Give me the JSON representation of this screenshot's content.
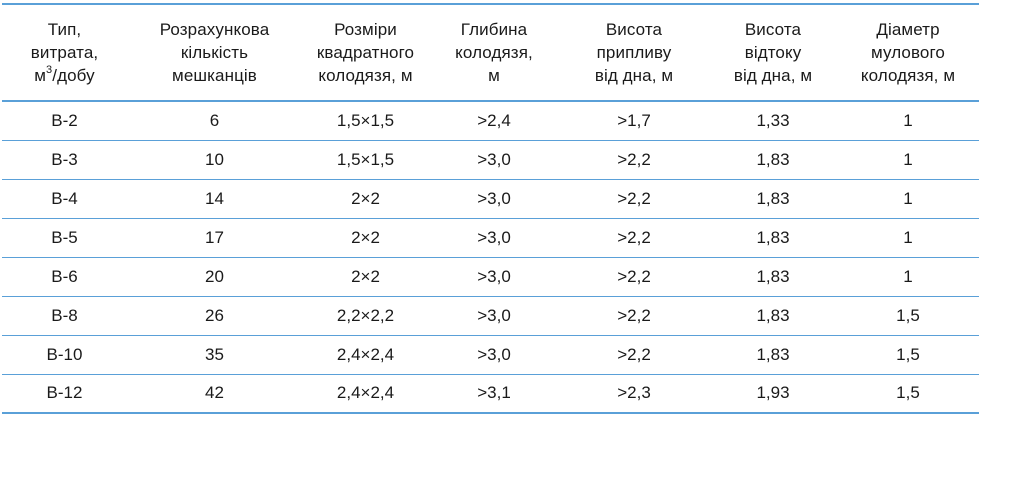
{
  "table": {
    "headers": [
      [
        "Тип,",
        "витрата,",
        "м³/добу"
      ],
      [
        "Розрахункова",
        "кількість",
        "мешканців"
      ],
      [
        "Розміри",
        "квадратного",
        "колодязя, м"
      ],
      [
        "Глибина",
        "колодязя,",
        "м"
      ],
      [
        "Висота",
        "припливу",
        "від дна, м"
      ],
      [
        "Висота",
        "відтоку",
        "від дна, м"
      ],
      [
        "Діаметр",
        "мулового",
        "колодязя, м"
      ]
    ],
    "rows": [
      [
        "В-2",
        "6",
        "1,5×1,5",
        ">2,4",
        ">1,7",
        "1,33",
        "1"
      ],
      [
        "В-3",
        "10",
        "1,5×1,5",
        ">3,0",
        ">2,2",
        "1,83",
        "1"
      ],
      [
        "В-4",
        "14",
        "2×2",
        ">3,0",
        ">2,2",
        "1,83",
        "1"
      ],
      [
        "В-5",
        "17",
        "2×2",
        ">3,0",
        ">2,2",
        "1,83",
        "1"
      ],
      [
        "В-6",
        "20",
        "2×2",
        ">3,0",
        ">2,2",
        "1,83",
        "1"
      ],
      [
        "В-8",
        "26",
        "2,2×2,2",
        ">3,0",
        ">2,2",
        "1,83",
        "1,5"
      ],
      [
        "В-10",
        "35",
        "2,4×2,4",
        ">3,0",
        ">2,2",
        "1,83",
        "1,5"
      ],
      [
        "В-12",
        "42",
        "2,4×2,4",
        ">3,1",
        ">2,3",
        "1,93",
        "1,5"
      ]
    ]
  },
  "colors": {
    "rule": "#5aa0d8",
    "text": "#1a1a1a"
  }
}
